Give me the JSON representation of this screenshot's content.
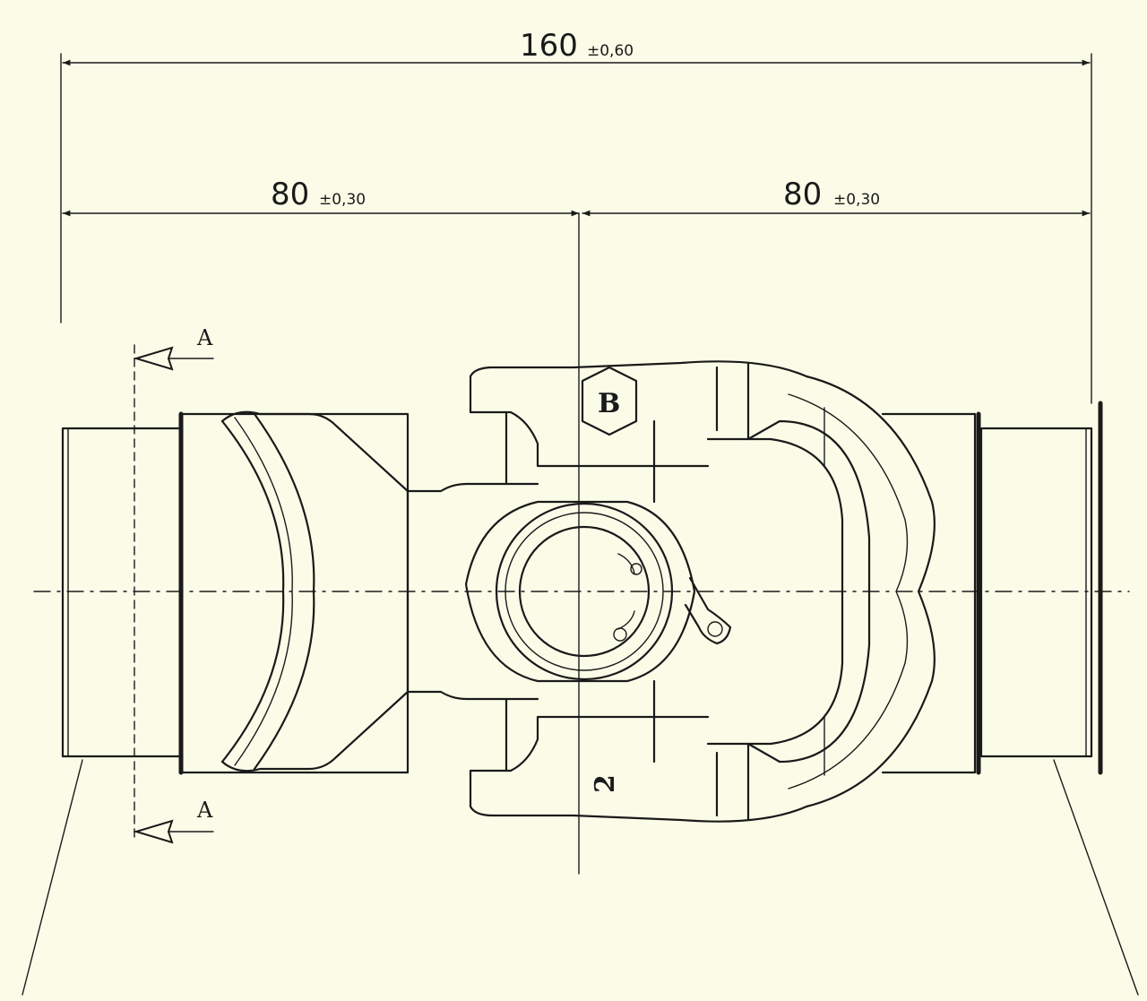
{
  "dimensions": {
    "overall": {
      "value": "160",
      "tolerance": "±0,60"
    },
    "left_half": {
      "value": "80",
      "tolerance": "±0,30"
    },
    "right_half": {
      "value": "80",
      "tolerance": "±0,30"
    }
  },
  "section": {
    "top_label": "A",
    "bottom_label": "A"
  },
  "markings": {
    "yoke_top": "B",
    "yoke_bottom": "2"
  }
}
